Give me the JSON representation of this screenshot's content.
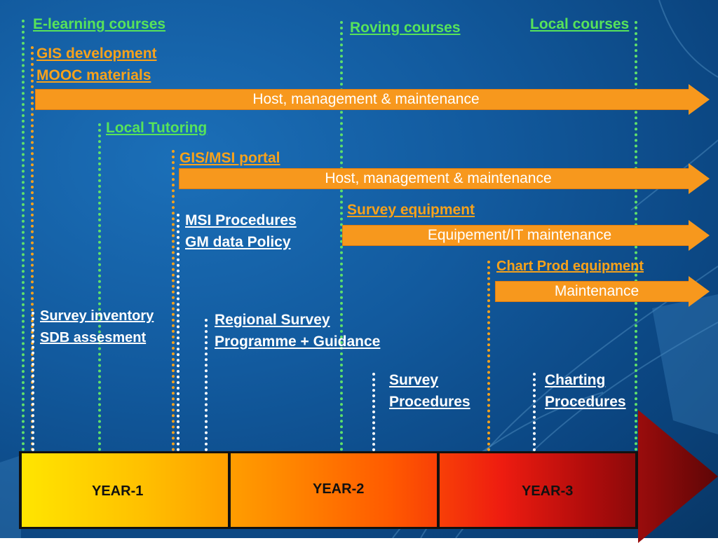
{
  "labels": {
    "elearning": "E-learning courses",
    "roving": "Roving courses",
    "local_courses": "Local courses",
    "gis_dev": "GIS development",
    "mooc": "MOOC materials",
    "local_tutoring": "Local Tutoring",
    "gis_msi": "GIS/MSI portal",
    "survey_equipment": "Survey equipment",
    "msi_procedures": "MSI Procedures",
    "gm_policy": "GM data Policy",
    "chart_prod": "Chart Prod equipment",
    "survey_inventory": "Survey inventory",
    "sdb": "SDB assesment",
    "regional_1": "Regional Survey",
    "regional_2": "Programme + Guidance",
    "survey_proc_1": "Survey",
    "survey_proc_2": "Procedures",
    "charting_proc_1": "Charting",
    "charting_proc_2": "Procedures"
  },
  "arrows": {
    "a1": "Host, management & maintenance",
    "a2": "Host, management & maintenance",
    "a3": "Equipement/IT maintenance",
    "a4": "Maintenance"
  },
  "timeline": {
    "year1": "YEAR-1",
    "year2": "YEAR-2",
    "year3": "YEAR-3"
  },
  "colors": {
    "green_label": "#57e35a",
    "orange_label": "#f7a21b",
    "arrow_fill": "#f7981d",
    "background": "#125a9e"
  }
}
